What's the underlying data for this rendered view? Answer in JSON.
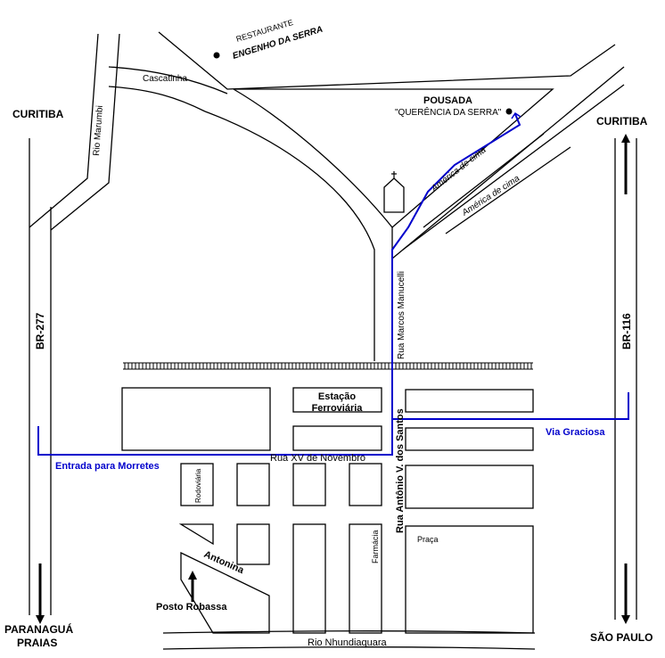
{
  "cities": {
    "curitiba_left": "CURITIBA",
    "curitiba_right": "CURITIBA",
    "paranagua": "PARANAGUÁ",
    "praias": "PRAIAS",
    "sao_paulo": "SÃO PAULO"
  },
  "highways": {
    "left": "BR-277",
    "right": "BR-116"
  },
  "places": {
    "restaurante_line1": "RESTAURANTE",
    "restaurante_line2": "ENGENHO DA SERRA",
    "pousada_line1": "POUSADA",
    "pousada_line2": "\"QUERÊNCIA DA SERRA\"",
    "estacao_line1": "Estação",
    "estacao_line2": "Ferroviária",
    "rodoviaria": "Rodoviária",
    "farmacia": "Farmácia",
    "praca": "Praça",
    "posto": "Posto Robassa",
    "antonina": "Antonina"
  },
  "streets": {
    "rio_marumbi": "Rio Marumbi",
    "cascatinha": "Cascatinha",
    "america_cima_1": "América de cima",
    "america_cima_2": "América de cima",
    "rua_marcos": "Rua Marcos Manucelli",
    "rua_antonio": "Rua Antônio V. dos Santos",
    "rua_xv": "Rua XV de Novembro",
    "rio_nhundiaquara": "Rio Nhundiaquara"
  },
  "route": {
    "entrada": "Entrada para Morretes",
    "via_graciosa": "Via Graciosa",
    "color": "#0000cc"
  }
}
